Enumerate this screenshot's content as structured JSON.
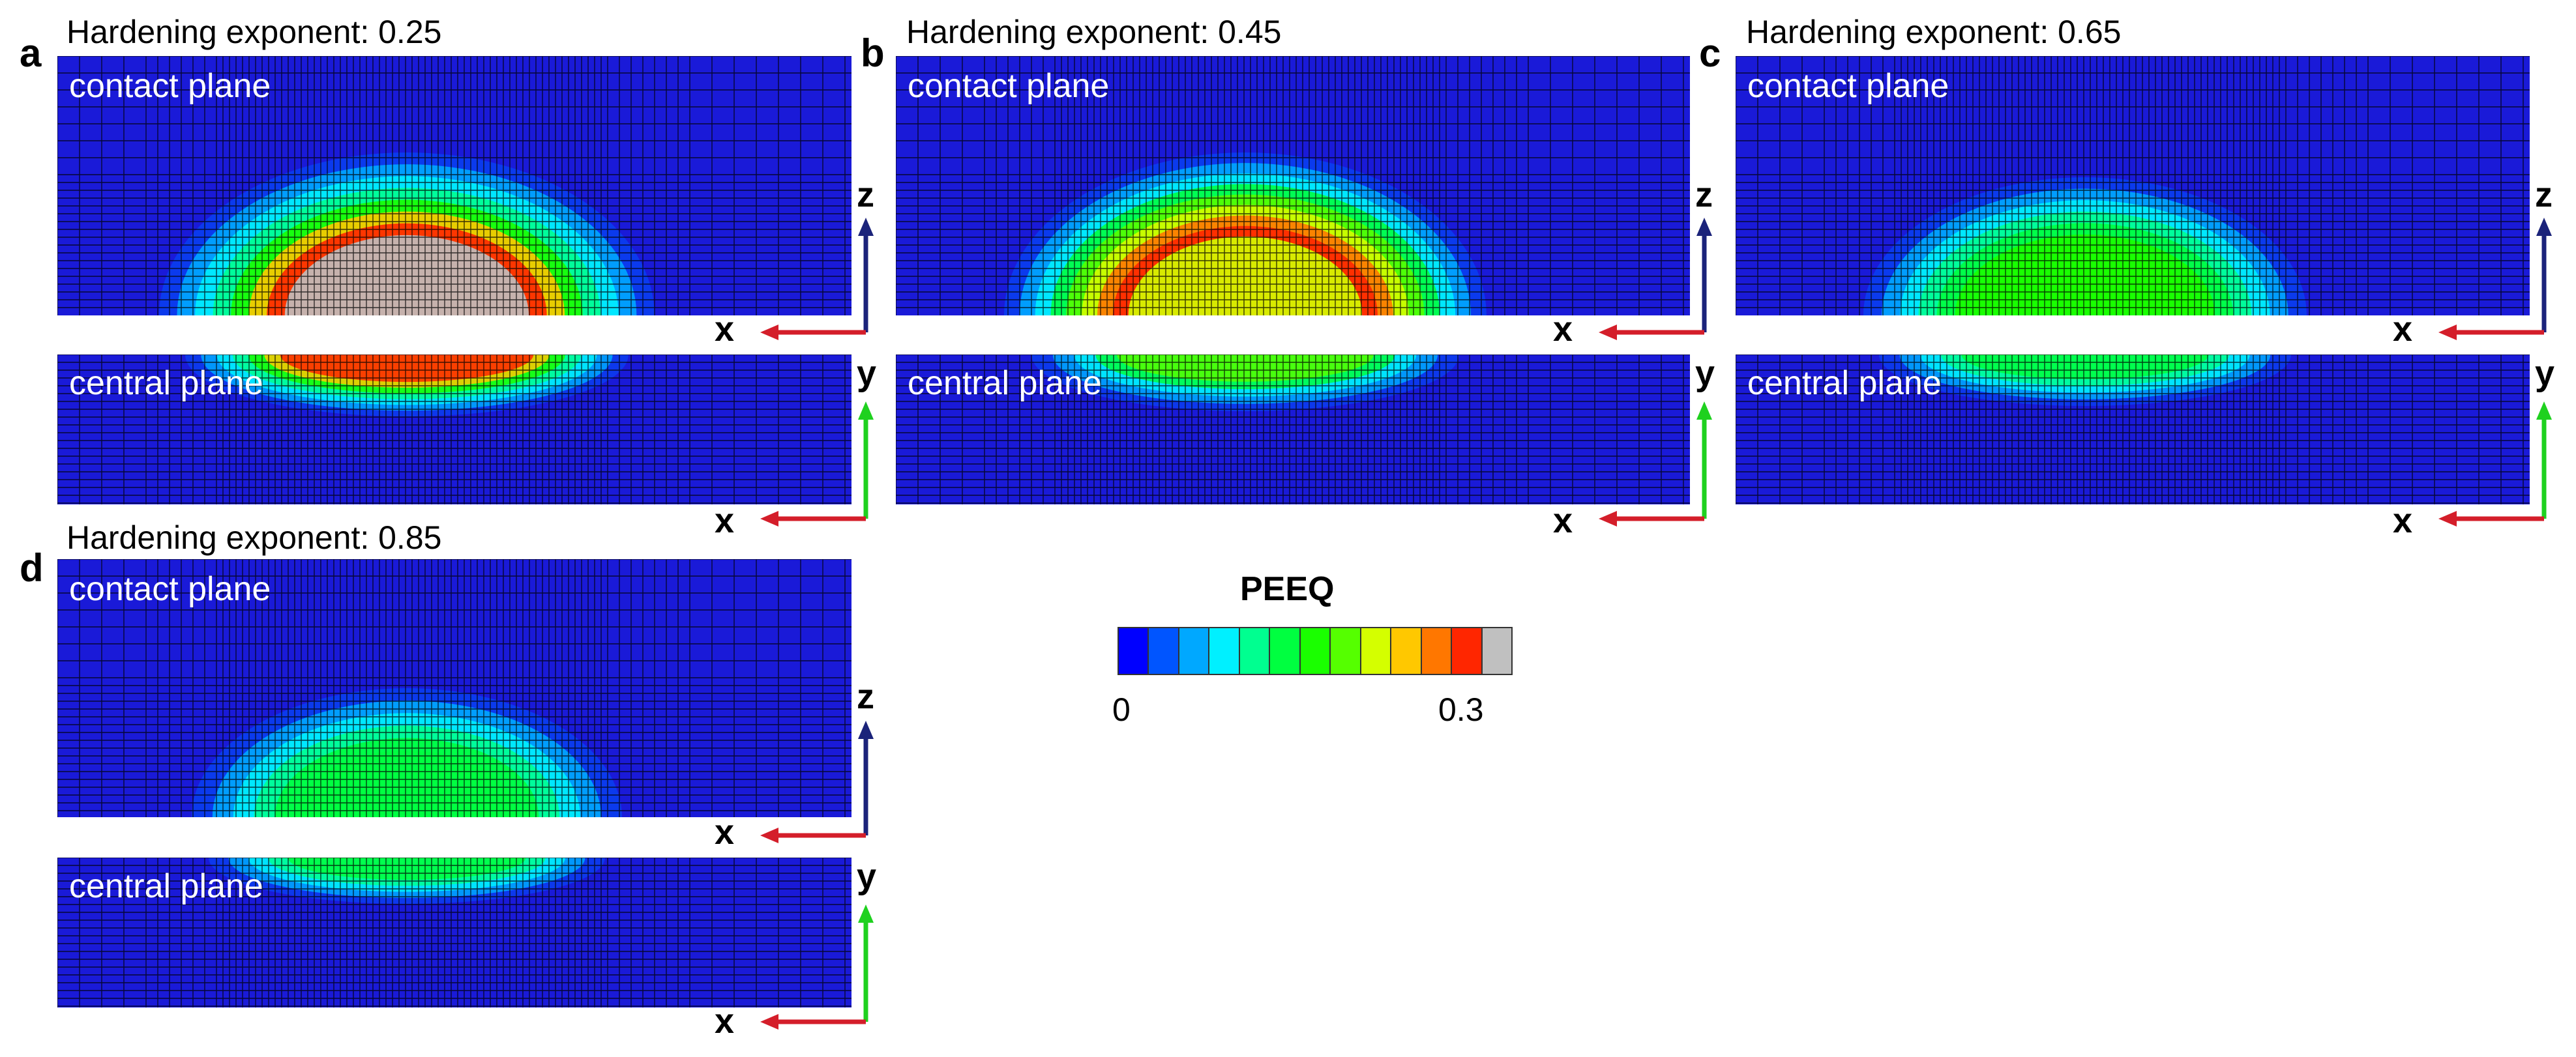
{
  "panels": [
    {
      "letter": "a",
      "title": "Hardening exponent: 0.25",
      "n": 0.25,
      "contact_label": "contact plane",
      "central_label": "central plane",
      "contact_axes": {
        "vertical": "z",
        "horizontal": "x"
      },
      "central_axes": {
        "vertical": "y",
        "horizontal": "x"
      }
    },
    {
      "letter": "b",
      "title": "Hardening exponent: 0.45",
      "n": 0.45,
      "contact_label": "contact plane",
      "central_label": "central plane",
      "contact_axes": {
        "vertical": "z",
        "horizontal": "x"
      },
      "central_axes": {
        "vertical": "y",
        "horizontal": "x"
      }
    },
    {
      "letter": "c",
      "title": "Hardening exponent: 0.65",
      "n": 0.65,
      "contact_label": "contact plane",
      "central_label": "central plane",
      "contact_axes": {
        "vertical": "z",
        "horizontal": "x"
      },
      "central_axes": {
        "vertical": "y",
        "horizontal": "x"
      }
    },
    {
      "letter": "d",
      "title": "Hardening exponent: 0.85",
      "n": 0.85,
      "contact_label": "contact plane",
      "central_label": "central plane",
      "contact_axes": {
        "vertical": "z",
        "horizontal": "x"
      },
      "central_axes": {
        "vertical": "y",
        "horizontal": "x"
      }
    }
  ],
  "legend": {
    "title": "PEEQ",
    "min_label": "0",
    "max_label": "0.3",
    "min": 0,
    "max": 0.3,
    "colors": [
      "#0000ff",
      "#0055ff",
      "#00a8ff",
      "#00f0ff",
      "#00ff90",
      "#00ff40",
      "#1aff00",
      "#55ff00",
      "#d4ff00",
      "#ffc800",
      "#ff7700",
      "#ff2600",
      "#c0c0c0"
    ]
  },
  "colors": {
    "background_field": "#1a1ad8",
    "mesh_line": "#000000",
    "x_arrow": "#d41e2a",
    "y_arrow": "#1fd11f",
    "z_arrow": "#1b237a"
  }
}
